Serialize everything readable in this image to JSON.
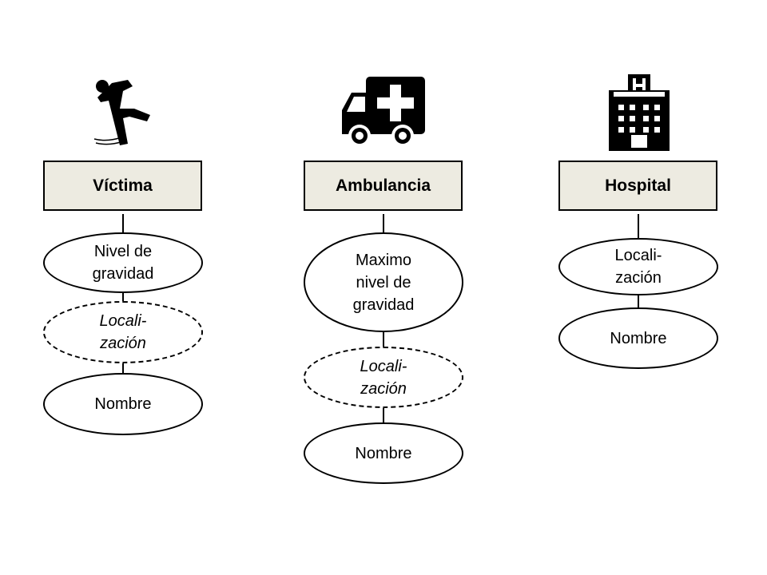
{
  "diagram": {
    "columns": [
      {
        "id": "victima",
        "icon": "falling-person-icon",
        "entity": "Víctima",
        "attributes": [
          {
            "label": "Nivel de\ngravidad",
            "kind": "normal"
          },
          {
            "label": "Locali-\nzación",
            "kind": "derived"
          },
          {
            "label": "Nombre",
            "kind": "normal"
          }
        ]
      },
      {
        "id": "ambulancia",
        "icon": "ambulance-icon",
        "entity": "Ambulancia",
        "attributes": [
          {
            "label": "Maximo\nnivel de\ngravidad",
            "kind": "normal"
          },
          {
            "label": "Locali-\nzación",
            "kind": "derived"
          },
          {
            "label": "Nombre",
            "kind": "normal"
          }
        ]
      },
      {
        "id": "hospital",
        "icon": "hospital-icon",
        "entity": "Hospital",
        "attributes": [
          {
            "label": "Locali-\nzación",
            "kind": "normal"
          },
          {
            "label": "Nombre",
            "kind": "normal"
          }
        ]
      }
    ],
    "colors": {
      "entity_fill": "#edebe1",
      "stroke": "#000000",
      "background": "#ffffff"
    }
  }
}
